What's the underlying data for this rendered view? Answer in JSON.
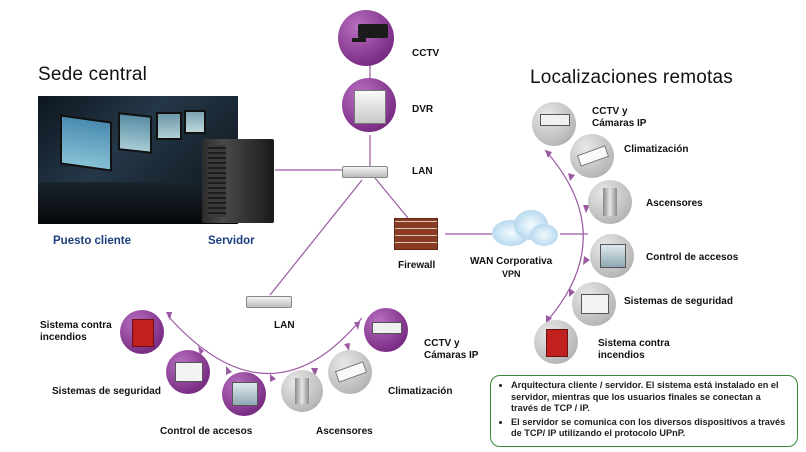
{
  "headings": {
    "hq": "Sede central",
    "remote": "Localizaciones remotas"
  },
  "hq": {
    "client_label": "Puesto cliente",
    "server_label": "Servidor"
  },
  "center": {
    "cctv": "CCTV",
    "dvr": "DVR",
    "lan": "LAN",
    "firewall": "Firewall",
    "wan_line1": "WAN Corporativa",
    "wan_line2": "VPN"
  },
  "local": {
    "lan": "LAN",
    "fire": "Sistema contra incendios",
    "security": "Sistemas de seguridad",
    "access": "Control de accesos",
    "elevators": "Ascensores",
    "hvac": "Climatización",
    "cctv": "CCTV y Cámaras IP"
  },
  "remote": {
    "cctv": "CCTV y Cámaras IP",
    "hvac": "Climatización",
    "elevators": "Ascensores",
    "access": "Control de accesos",
    "security": "Sistemas de seguridad",
    "fire": "Sistema contra incendios"
  },
  "notes": [
    "Arquitectura cliente / servidor. El sistema está instalado en el servidor, mientras que los usuarios finales se conectan a través de TCP / IP.",
    "El servidor se comunica con los diversos dispositivos a través de TCP/ IP utilizando el protocolo UPnP."
  ],
  "colors": {
    "line": "#9b5aa3",
    "accent_purple": "#7d2f87",
    "note_border": "#3a8a3a"
  }
}
